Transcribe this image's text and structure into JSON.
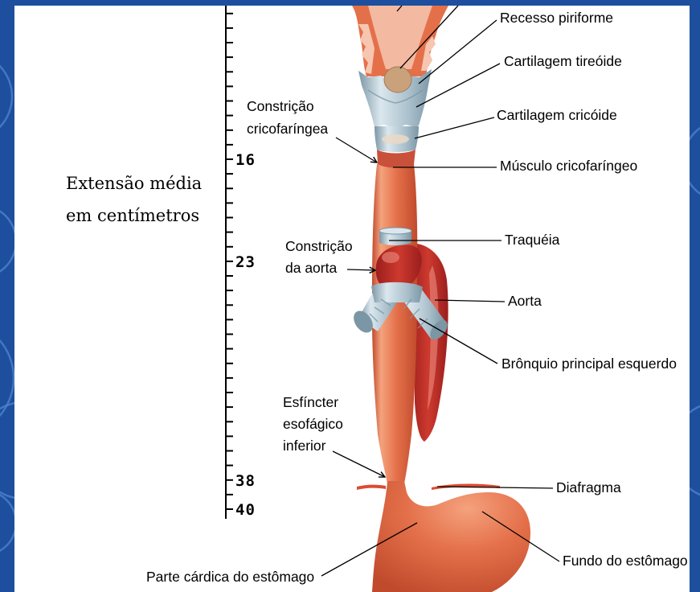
{
  "ruler": {
    "caption": [
      "Extensão média",
      "em centímetros"
    ],
    "marks": [
      "16",
      "23",
      "38",
      "40"
    ]
  },
  "labels": {
    "recesso_piriforme": "Recesso piriforme",
    "cartilagem_tireoide": "Cartilagem tireóide",
    "cartilagem_cricoide": "Cartilagem cricóide",
    "musculo_cricofaringeo": "Músculo cricofaríngeo",
    "traqueia": "Traquéia",
    "aorta": "Aorta",
    "bronquio": "Brônquio principal esquerdo",
    "diafragma": "Diafragma",
    "fundo_estomago": "Fundo do estômago",
    "parte_cardica": "Parte cárdica do estômago"
  },
  "left_callouts": {
    "constricao_cricofaringea": [
      "Constrição",
      "cricofaríngea"
    ],
    "constricao_aorta": [
      "Constrição",
      "da aorta"
    ],
    "esfincter": [
      "Esfíncter",
      "esofágico",
      "inferior"
    ]
  },
  "colors": {
    "frame": "#1d4f9e",
    "esophagus": "#e4704a",
    "esophagus_highlight": "#f4a27d",
    "esophagus_shadow": "#c04a2c",
    "cartilage": "#a9bfcb",
    "aorta": "#cd3a2e",
    "diaphragm": "#dc4b32"
  }
}
